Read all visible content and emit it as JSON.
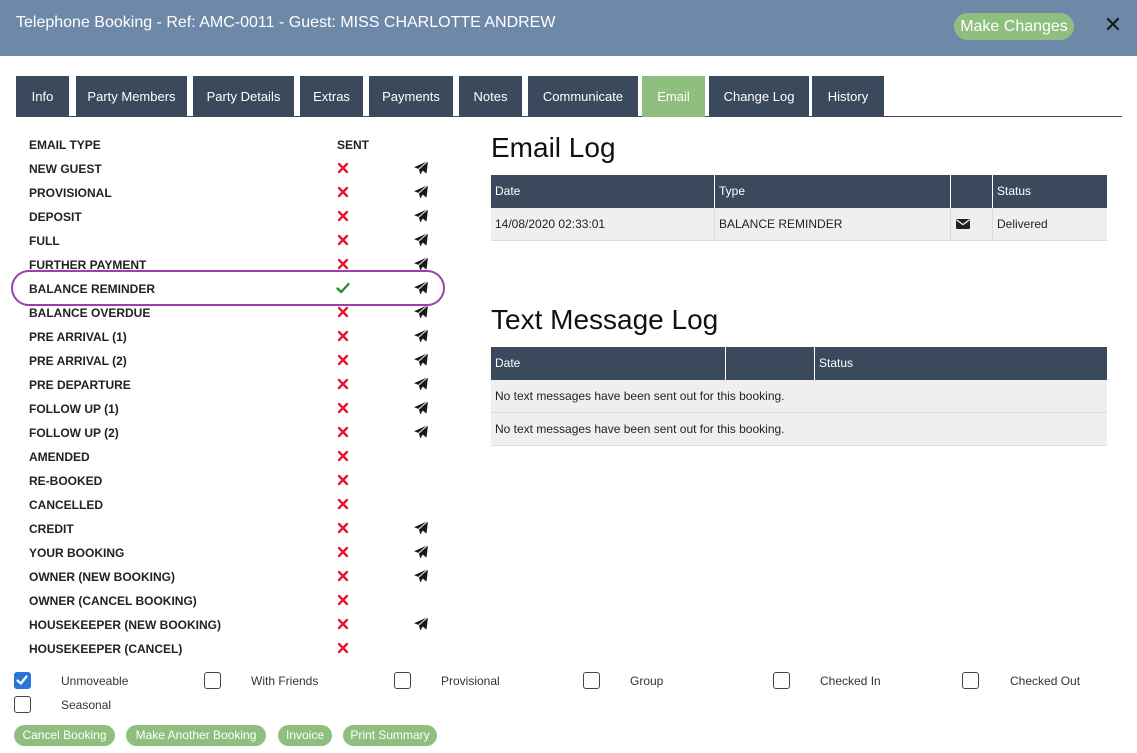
{
  "header": {
    "title": "Telephone Booking - Ref: AMC-0011 - Guest: MISS CHARLOTTE ANDREW",
    "make_changes_label": "Make Changes",
    "close_icon": "close-icon"
  },
  "tabs": [
    {
      "label": "Info",
      "active": false
    },
    {
      "label": "Party Members",
      "active": false
    },
    {
      "label": "Party Details",
      "active": false
    },
    {
      "label": "Extras",
      "active": false
    },
    {
      "label": "Payments",
      "active": false
    },
    {
      "label": "Notes",
      "active": false
    },
    {
      "label": "Communicate",
      "active": false
    },
    {
      "label": "Email",
      "active": true
    },
    {
      "label": "Change Log",
      "active": false
    },
    {
      "label": "History",
      "active": false
    }
  ],
  "email_types": {
    "type_header": "EMAIL TYPE",
    "sent_header": "SENT",
    "rows": [
      {
        "label": "NEW GUEST",
        "sent": false,
        "can_send": true
      },
      {
        "label": "PROVISIONAL",
        "sent": false,
        "can_send": true
      },
      {
        "label": "DEPOSIT",
        "sent": false,
        "can_send": true
      },
      {
        "label": "FULL",
        "sent": false,
        "can_send": true
      },
      {
        "label": "FURTHER PAYMENT",
        "sent": false,
        "can_send": true
      },
      {
        "label": "BALANCE REMINDER",
        "sent": true,
        "can_send": true,
        "highlighted": true
      },
      {
        "label": "BALANCE OVERDUE",
        "sent": false,
        "can_send": true
      },
      {
        "label": "PRE ARRIVAL (1)",
        "sent": false,
        "can_send": true
      },
      {
        "label": "PRE ARRIVAL (2)",
        "sent": false,
        "can_send": true
      },
      {
        "label": "PRE DEPARTURE",
        "sent": false,
        "can_send": true
      },
      {
        "label": "FOLLOW UP (1)",
        "sent": false,
        "can_send": true
      },
      {
        "label": "FOLLOW UP (2)",
        "sent": false,
        "can_send": true
      },
      {
        "label": "AMENDED",
        "sent": false,
        "can_send": false
      },
      {
        "label": "RE-BOOKED",
        "sent": false,
        "can_send": false
      },
      {
        "label": "CANCELLED",
        "sent": false,
        "can_send": false
      },
      {
        "label": "CREDIT",
        "sent": false,
        "can_send": true
      },
      {
        "label": "YOUR BOOKING",
        "sent": false,
        "can_send": true
      },
      {
        "label": "OWNER (NEW BOOKING)",
        "sent": false,
        "can_send": true
      },
      {
        "label": "OWNER (CANCEL BOOKING)",
        "sent": false,
        "can_send": false
      },
      {
        "label": "HOUSEKEEPER (NEW BOOKING)",
        "sent": false,
        "can_send": true
      },
      {
        "label": "HOUSEKEEPER (CANCEL)",
        "sent": false,
        "can_send": false
      }
    ]
  },
  "email_log": {
    "title": "Email Log",
    "columns": [
      "Date",
      "Type",
      "",
      "Status"
    ],
    "rows": [
      {
        "date": "14/08/2020 02:33:01",
        "type": "BALANCE REMINDER",
        "icon": "envelope-icon",
        "status": "Delivered"
      }
    ]
  },
  "text_log": {
    "title": "Text Message Log",
    "columns": [
      "Date",
      "",
      "Status"
    ],
    "rows": [
      "No text messages have been sent out for this booking.",
      "No text messages have been sent out for this booking."
    ]
  },
  "flags": [
    {
      "label": "Unmoveable",
      "checked": true
    },
    {
      "label": "With Friends",
      "checked": false
    },
    {
      "label": "Provisional",
      "checked": false
    },
    {
      "label": "Group",
      "checked": false
    },
    {
      "label": "Checked In",
      "checked": false
    },
    {
      "label": "Checked Out",
      "checked": false
    },
    {
      "label": "Seasonal",
      "checked": false
    }
  ],
  "actions": [
    {
      "label": "Cancel Booking"
    },
    {
      "label": "Make Another Booking"
    },
    {
      "label": "Invoice"
    },
    {
      "label": "Print Summary"
    }
  ],
  "colors": {
    "header_bg": "#6e88a8",
    "tab_bg": "#3a4a5c",
    "accent_green": "#8fbf7e",
    "cross_red": "#e0182d",
    "check_green": "#2e8b3a",
    "highlight_purple": "#9a3fb0"
  }
}
